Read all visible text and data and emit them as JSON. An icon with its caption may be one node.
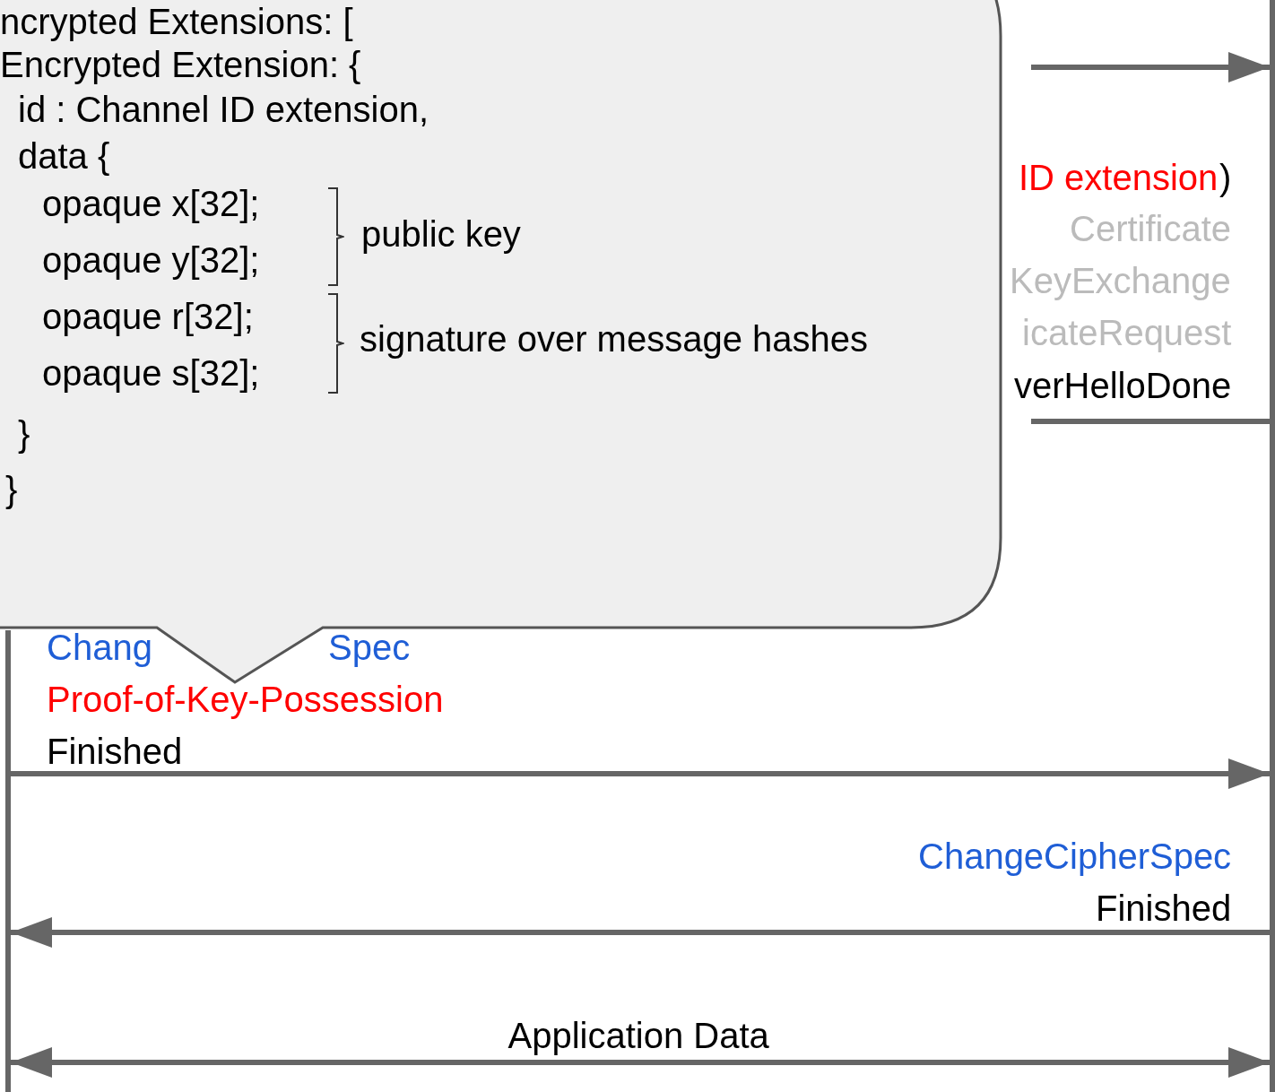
{
  "diagram": {
    "nodes": [
      {
        "text": [],
        "shape": "bar"
      },
      {
        "text": [],
        "shape": "bar"
      },
      {
        "text": [
          "ncrypted Extensions: [",
          "Encrypted Extension: {",
          "id : Channel ID extension,",
          "data {",
          "opaque x[32];",
          "opaque y[32];",
          "opaque r[32];",
          "opaque s[32];",
          "}",
          "}",
          "public key",
          "signature over message hashes"
        ]
      }
    ],
    "edges": [
      {
        "from": null,
        "to": 1,
        "arrow": "to"
      },
      {
        "from": 1,
        "to": null,
        "arrow": "none"
      },
      {
        "from": 0,
        "to": 1,
        "arrow": "to"
      },
      {
        "from": 1,
        "to": 0,
        "arrow": "to"
      },
      {
        "from": 0,
        "to": 1,
        "arrow": "both",
        "label": "Application Data"
      }
    ],
    "labels": [
      "ID extension",
      ")",
      "Certificate",
      "KeyExchange",
      "icateRequest",
      "verHelloDone",
      "Chang",
      "Spec",
      "Proof-of-Key-Possession",
      "Finished",
      "ChangeCipherSpec",
      "Finished"
    ]
  }
}
